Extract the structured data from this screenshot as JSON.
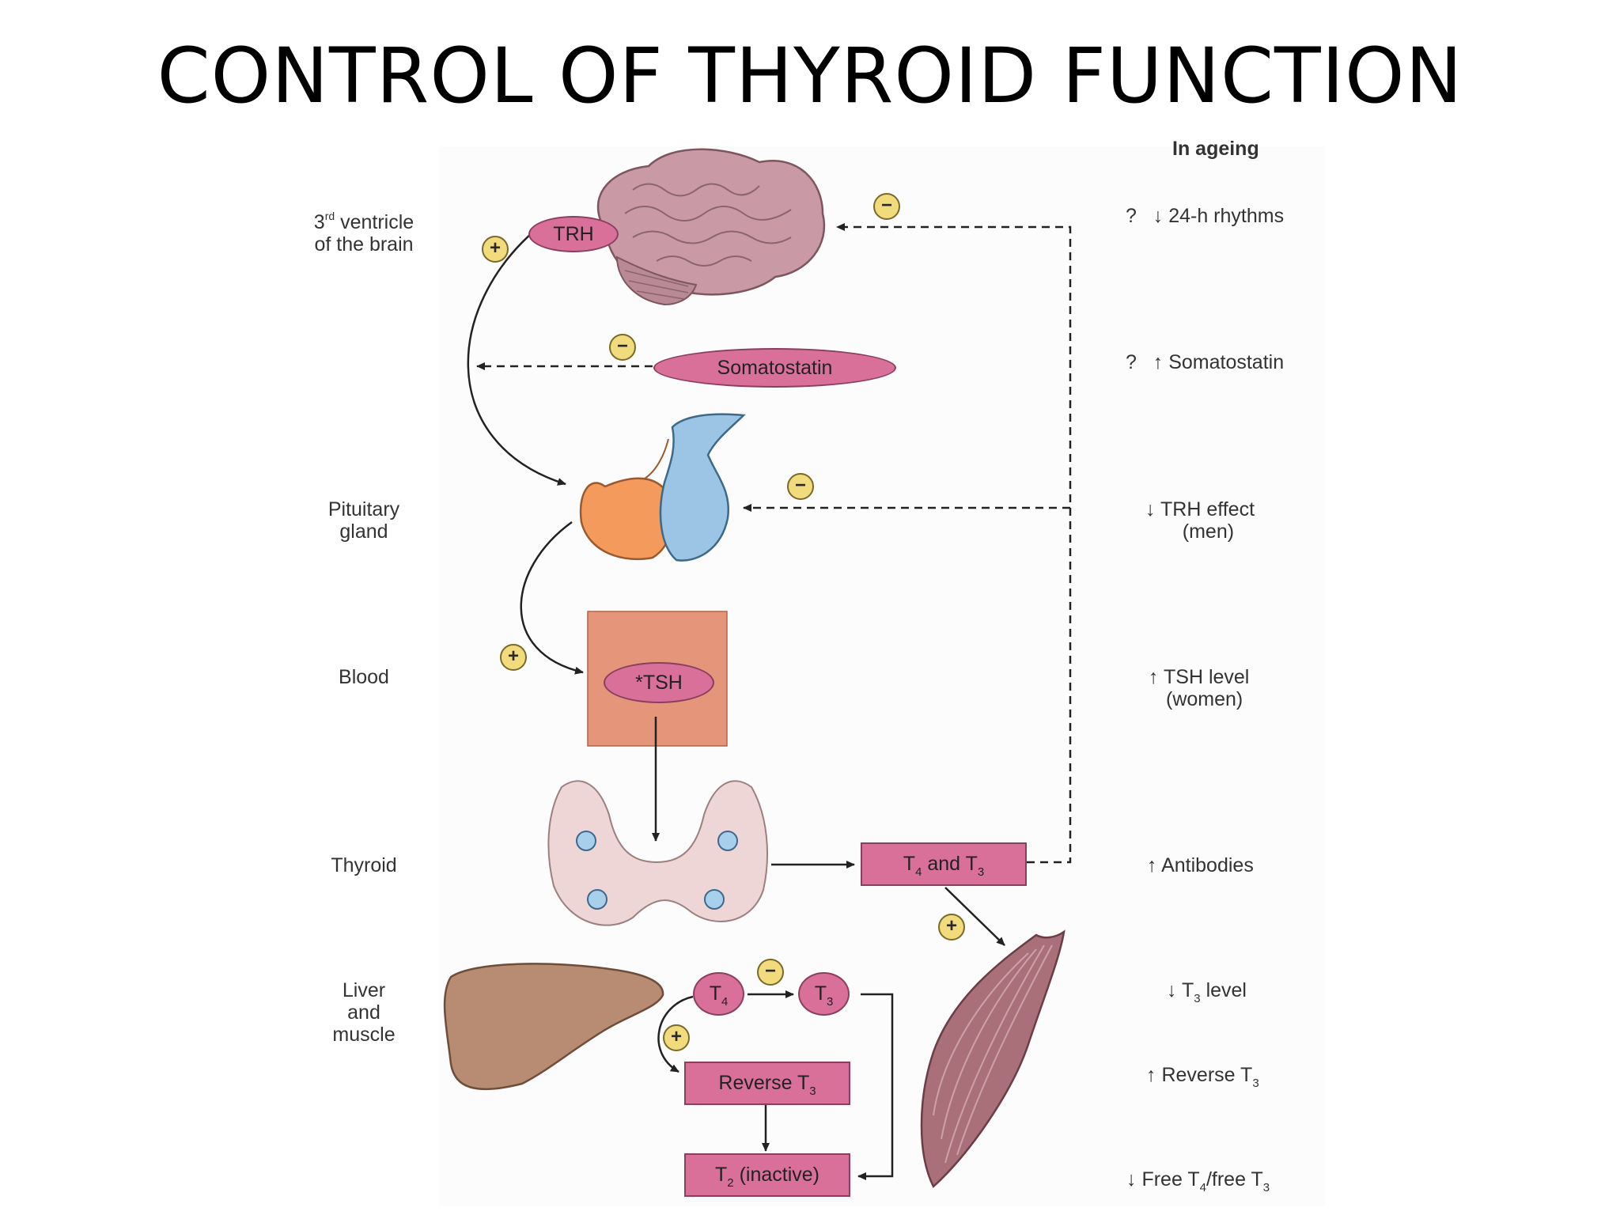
{
  "title": "CONTROL OF THYROID FUNCTION",
  "left_labels": {
    "ventricle": [
      "3",
      "rd",
      " ventricle",
      "of the brain"
    ],
    "pituitary": [
      "Pituitary",
      "gland"
    ],
    "blood": "Blood",
    "thyroid": "Thyroid",
    "liver": [
      "Liver",
      "and",
      "muscle"
    ]
  },
  "hormones": {
    "trh": "TRH",
    "somatostatin": "Somatostatin",
    "tsh": "*TSH",
    "t4t3": [
      "T",
      "4",
      " and T",
      "3"
    ],
    "t4": [
      "T",
      "4"
    ],
    "t3": [
      "T",
      "3"
    ],
    "reverse_t3": [
      "Reverse T",
      "3"
    ],
    "t2": [
      "T",
      "2",
      " (inactive)"
    ]
  },
  "signs": {
    "plus": "+",
    "minus": "−"
  },
  "ageing": {
    "heading": "In ageing",
    "q": "?",
    "rhythms": "24-h rhythms",
    "somatostatin": "Somatostatin",
    "trh_effect": [
      "TRH effect",
      "(men)"
    ],
    "tsh_level": [
      "TSH level",
      "(women)"
    ],
    "antibodies": "Antibodies",
    "t3_level": [
      "T",
      "3",
      " level"
    ],
    "reverse_t3": [
      "Reverse T",
      "3"
    ],
    "free": [
      "Free T",
      "4",
      "/free T",
      "3"
    ]
  },
  "colors": {
    "hormone_fill": "#d9709a",
    "badge_fill": "#f1db7d",
    "brain": "#c99aa6",
    "pituitary_anterior": "#f39a5c",
    "pituitary_posterior": "#9cc4e4",
    "blood": "#e5967a",
    "liver": "#b88c72",
    "muscle": "#a9707a"
  }
}
